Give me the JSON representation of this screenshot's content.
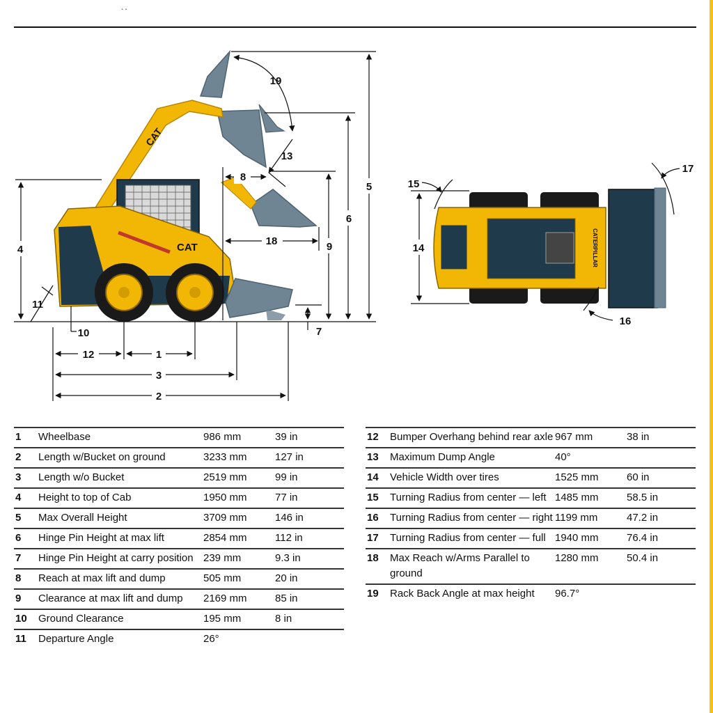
{
  "specs_left": [
    {
      "num": "1",
      "label": "Wheelbase",
      "mm": "986 mm",
      "inch": "39 in"
    },
    {
      "num": "2",
      "label": "Length w/Bucket on ground",
      "mm": "3233 mm",
      "inch": "127 in"
    },
    {
      "num": "3",
      "label": "Length w/o Bucket",
      "mm": "2519 mm",
      "inch": "99 in"
    },
    {
      "num": "4",
      "label": "Height to top of Cab",
      "mm": "1950 mm",
      "inch": "77 in"
    },
    {
      "num": "5",
      "label": "Max Overall Height",
      "mm": "3709 mm",
      "inch": "146 in"
    },
    {
      "num": "6",
      "label": "Hinge Pin Height at max lift",
      "mm": "2854 mm",
      "inch": "112 in"
    },
    {
      "num": "7",
      "label": "Hinge Pin Height at carry position",
      "mm": "239 mm",
      "inch": "9.3 in"
    },
    {
      "num": "8",
      "label": "Reach at max lift and dump",
      "mm": "505 mm",
      "inch": "20 in"
    },
    {
      "num": "9",
      "label": "Clearance at max lift and dump",
      "mm": "2169 mm",
      "inch": "85 in"
    },
    {
      "num": "10",
      "label": "Ground Clearance",
      "mm": "195 mm",
      "inch": "8 in"
    },
    {
      "num": "11",
      "label": "Departure Angle",
      "mm": "26°",
      "inch": ""
    }
  ],
  "specs_right": [
    {
      "num": "12",
      "label": "Bumper Overhang behind rear axle",
      "mm": "967 mm",
      "inch": "38 in"
    },
    {
      "num": "13",
      "label": "Maximum Dump Angle",
      "mm": "40°",
      "inch": ""
    },
    {
      "num": "14",
      "label": "Vehicle Width over tires",
      "mm": "1525 mm",
      "inch": "60 in"
    },
    {
      "num": "15",
      "label": "Turning Radius from center — left",
      "mm": "1485 mm",
      "inch": "58.5 in"
    },
    {
      "num": "16",
      "label": "Turning Radius from center — right",
      "mm": "1199 mm",
      "inch": "47.2 in"
    },
    {
      "num": "17",
      "label": "Turning Radius from center — full",
      "mm": "1940 mm",
      "inch": "76.4 in"
    },
    {
      "num": "18",
      "label": "Max Reach w/Arms Parallel to ground",
      "mm": "1280 mm",
      "inch": "50.4 in"
    },
    {
      "num": "19",
      "label": "Rack Back Angle at max height",
      "mm": "96.7°",
      "inch": ""
    }
  ],
  "diagram": {
    "callouts": [
      "1",
      "2",
      "3",
      "4",
      "5",
      "6",
      "7",
      "8",
      "9",
      "10",
      "11",
      "12",
      "13",
      "14",
      "15",
      "16",
      "17",
      "18",
      "19"
    ],
    "brand_text": "CAT",
    "side_text": "CATERPILLAR"
  },
  "colors": {
    "machine_yellow": "#f2b705",
    "bucket_grey": "#6f8593",
    "body_dark": "#1f3a4a",
    "tire": "#1a1a1a",
    "accent_bar": "#f6c21a"
  }
}
